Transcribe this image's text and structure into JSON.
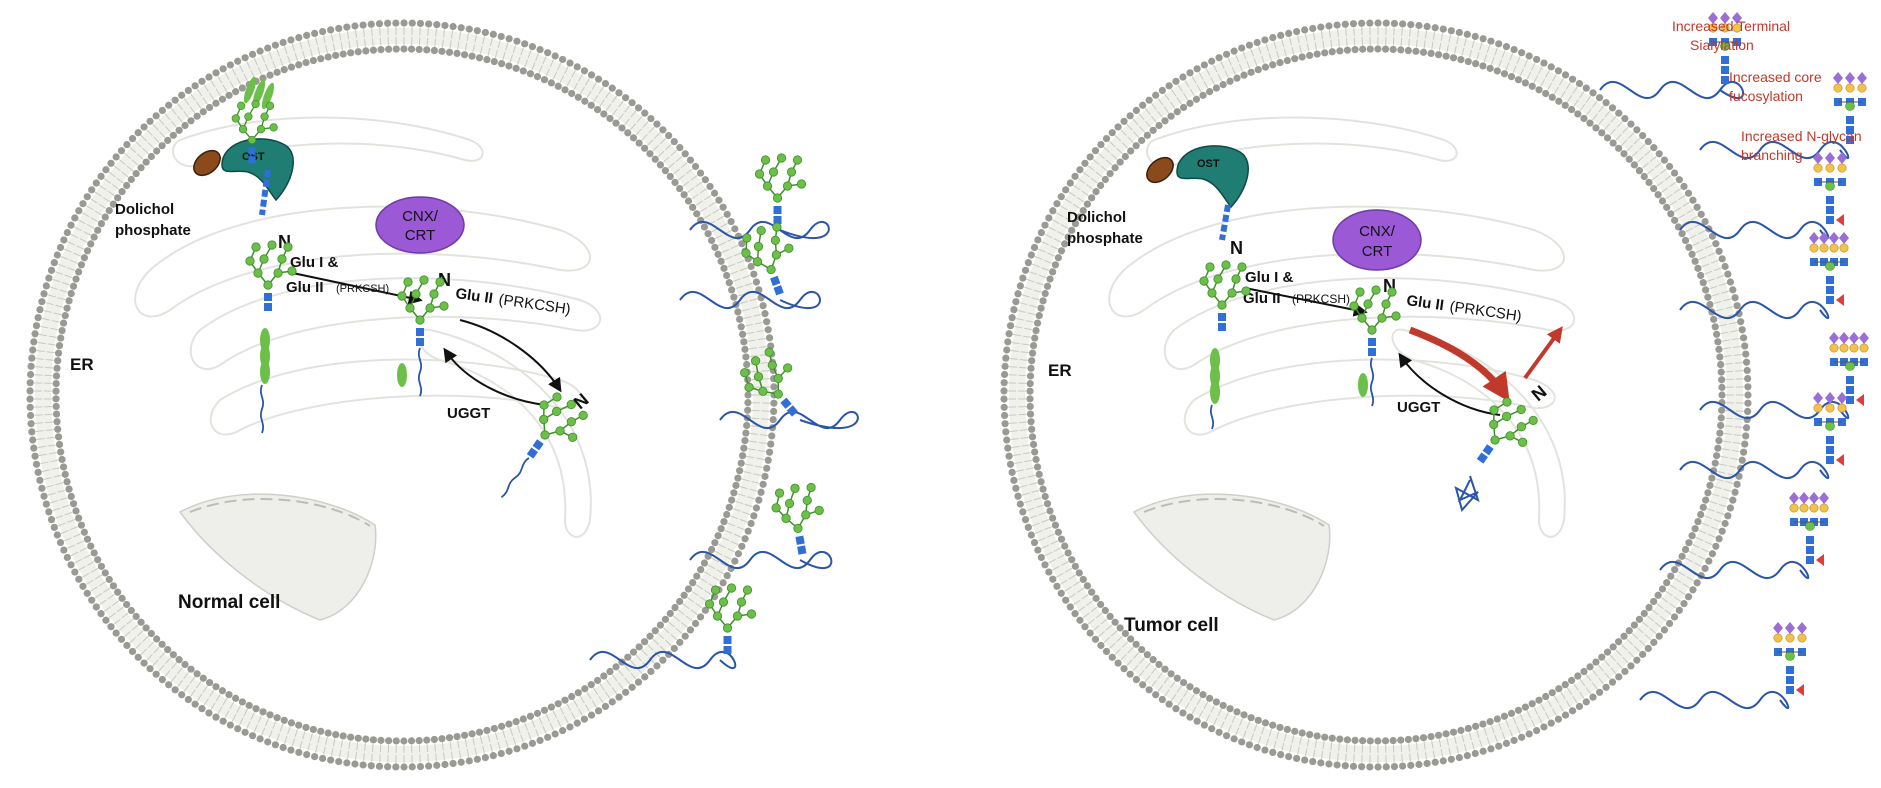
{
  "panels": [
    {
      "id": "normal",
      "cell_label": "Normal cell",
      "organelle_label": "ER",
      "dolichol_label": [
        "Dolichol",
        "phosphate"
      ],
      "ost_label": "OST",
      "cnx_label": [
        "CNX/",
        "CRT"
      ],
      "glu1_label": [
        "Glu I &",
        "Glu II"
      ],
      "glu1_small": "(PRKCSH)",
      "glu2_label": "Glu II",
      "glu2_small": "(PRKCSH)",
      "uggt_label": "UGGT",
      "n_label": "N"
    },
    {
      "id": "tumor",
      "cell_label": "Tumor cell",
      "organelle_label": "ER",
      "dolichol_label": [
        "Dolichol",
        "phosphate"
      ],
      "ost_label": "OST",
      "cnx_label": [
        "CNX/",
        "CRT"
      ],
      "glu1_label": [
        "Glu I &",
        "Glu II"
      ],
      "glu1_small": "(PRKCSH)",
      "glu2_label": "Glu II",
      "glu2_small": "(PRKCSH)",
      "uggt_label": "UGGT",
      "n_label": "N"
    }
  ],
  "tumor_annotations": [
    [
      "Increased Terminal",
      "Sialylation"
    ],
    [
      "Increased core",
      "fucosylation"
    ],
    [
      "Increased N-glycan",
      "branching"
    ]
  ],
  "colors": {
    "membrane": "#9a9a94",
    "glycan_green": "#6cc04a",
    "glcnac_blue": "#2f6fd6",
    "protein_blue": "#2b55a8",
    "ost_teal": "#1f7d74",
    "dolichol_brown": "#8a4a1c",
    "cnx_purple": "#9b59d6",
    "mannose_yellow": "#f2c14e",
    "sialic_purple": "#9b6dd6",
    "fucose_red": "#e23b3b",
    "highlight_red": "#c0392b"
  }
}
